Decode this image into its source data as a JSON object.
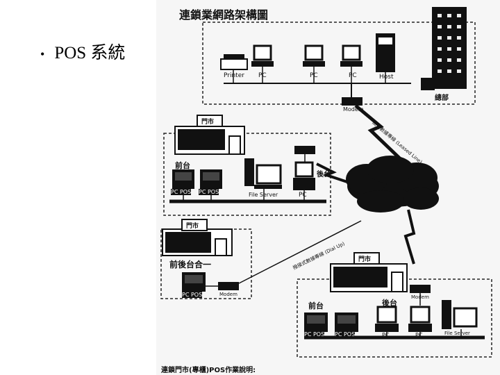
{
  "slide": {
    "bullet_text": "POS 系統"
  },
  "diagram": {
    "title": "連鎖業網路架構圖",
    "hq": {
      "printer": "Printer",
      "pc1": "PC",
      "pc2": "PC",
      "pc3": "PC",
      "host": "Host",
      "modem": "Modem",
      "building": "總部"
    },
    "link_hq": "高速數據專線 (Leased Line)",
    "store1": {
      "sign": "門市",
      "front_desk": "前台",
      "pos1": "PC POS",
      "pos2": "PC POS",
      "file_server": "File Server",
      "backend_pc": "PC",
      "back_desk": "後台"
    },
    "store2": {
      "sign": "門市",
      "front_back_desk": "前後台合一",
      "pos": "PC POS",
      "modem": "Modem"
    },
    "link_store2": "撥接式數據專線 (Dial Up)",
    "store3": {
      "sign": "門市",
      "front_desk": "前台",
      "back_desk": "後台",
      "modem": "Modem",
      "pos1": "PC POS",
      "pos2": "PC POS",
      "pc1": "PC",
      "pc2": "PC",
      "file_server": "File Server"
    },
    "caption": "連鎖門市(專櫃)POS作業說明:"
  }
}
